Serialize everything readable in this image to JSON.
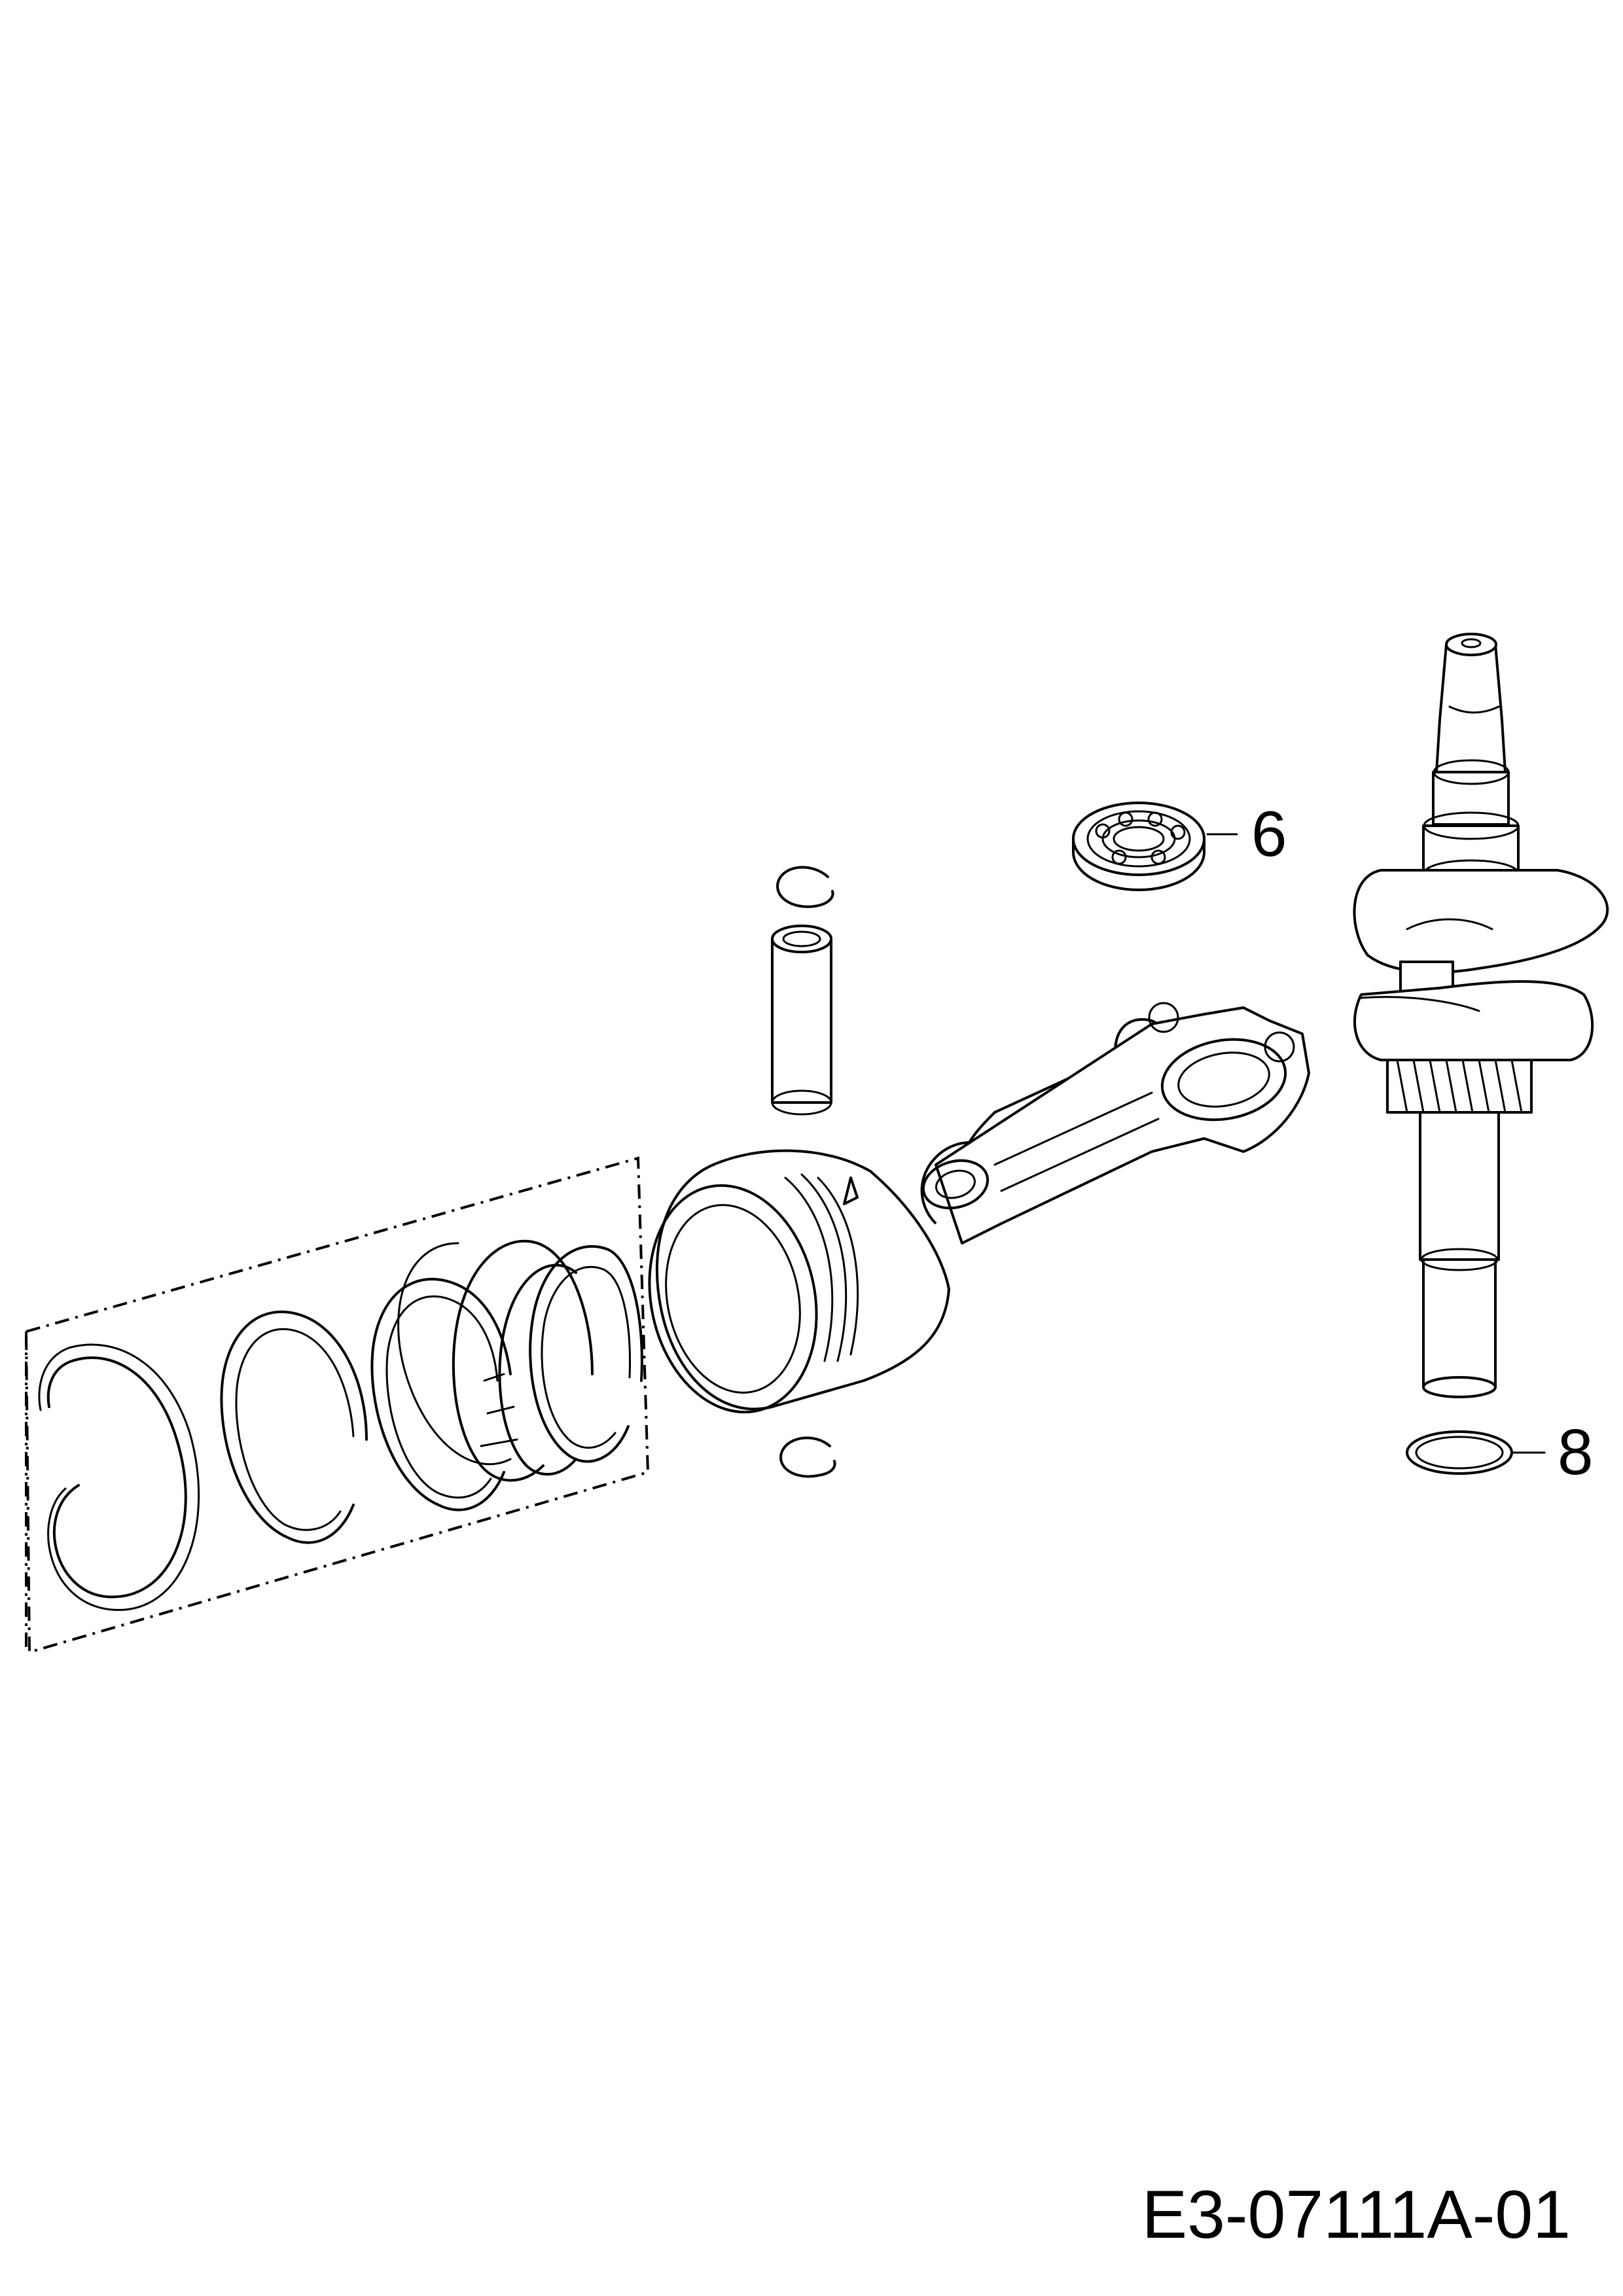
{
  "callouts": {
    "bearing": "6",
    "ring": "8"
  },
  "drawing_code": "E3-07111A-01"
}
